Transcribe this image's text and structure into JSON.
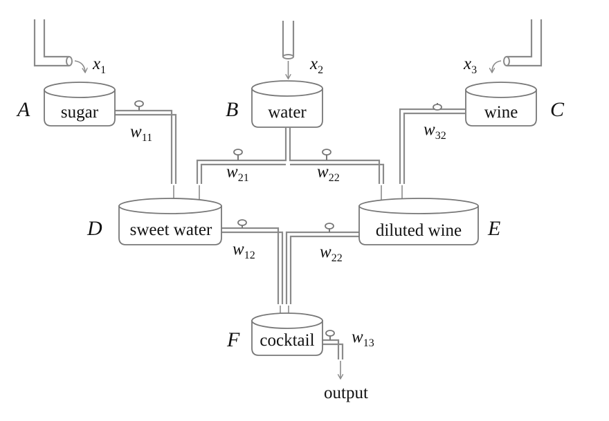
{
  "tanks": {
    "A": {
      "letter": "A",
      "name": "sugar"
    },
    "B": {
      "letter": "B",
      "name": "water"
    },
    "C": {
      "letter": "C",
      "name": "wine"
    },
    "D": {
      "letter": "D",
      "name": "sweet water"
    },
    "E": {
      "letter": "E",
      "name": "diluted wine"
    },
    "F": {
      "letter": "F",
      "name": "cocktail"
    }
  },
  "inputs": {
    "x1": {
      "base": "x",
      "sub": "1"
    },
    "x2": {
      "base": "x",
      "sub": "2"
    },
    "x3": {
      "base": "x",
      "sub": "3"
    }
  },
  "valves": {
    "w11": {
      "base": "w",
      "sub": "11"
    },
    "w21": {
      "base": "w",
      "sub": "21"
    },
    "w22_top": {
      "base": "w",
      "sub": "22"
    },
    "w32": {
      "base": "w",
      "sub": "32"
    },
    "w12": {
      "base": "w",
      "sub": "12"
    },
    "w22_bottom": {
      "base": "w",
      "sub": "22"
    },
    "w13": {
      "base": "w",
      "sub": "13"
    }
  },
  "output_label": "output"
}
